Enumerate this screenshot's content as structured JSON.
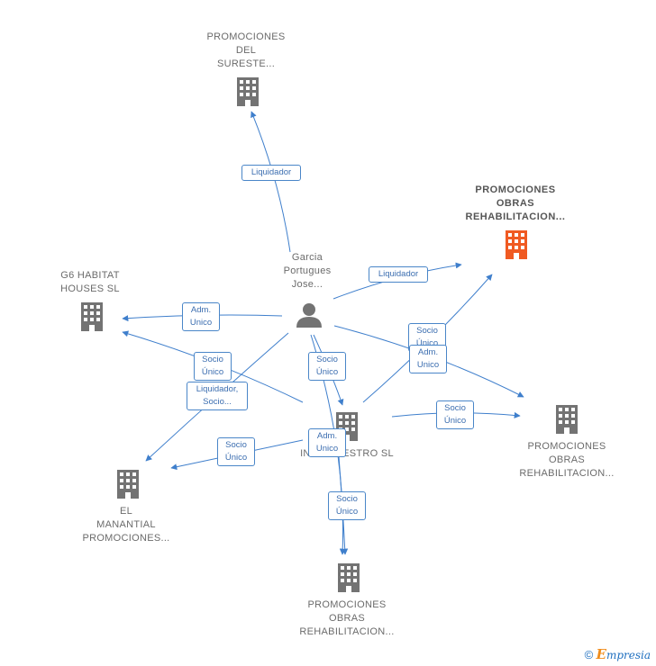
{
  "nodes": {
    "promociones_sureste": {
      "label": "PROMOCIONES\nDEL\nSURESTE...",
      "type": "company"
    },
    "promociones_obras_focus": {
      "label": "PROMOCIONES\nOBRAS\nREHABILITACION...",
      "type": "company-highlight"
    },
    "g6_habitat": {
      "label": "G6 HABITAT\nHOUSES  SL",
      "type": "company"
    },
    "garcia": {
      "label": "Garcia\nPortugues\nJose...",
      "type": "person"
    },
    "center": {
      "label": "INMOMAESTRO SL",
      "type": "company"
    },
    "promociones_obras_right": {
      "label": "PROMOCIONES\nOBRAS\nREHABILITACION...",
      "type": "company"
    },
    "el_manantial": {
      "label": "EL\nMANANTIAL\nPROMOCIONES...",
      "type": "company"
    },
    "promociones_obras_bottom": {
      "label": "PROMOCIONES\nOBRAS\nREHABILITACION...",
      "type": "company"
    }
  },
  "edge_labels": {
    "liquidador_top": "Liquidador",
    "liquidador_right": "Liquidador",
    "adm_unico_g6": "Adm.\nUnico",
    "socio_unico_g6": "Socio\nÚnico",
    "liquidador_socio": "Liquidador,\nSocio...",
    "socio_unico_center": "Socio\nÚnico",
    "socio_unico_focus": "Socio\nÚnico",
    "adm_unico_focus": "Adm.\nUnico",
    "socio_unico_right": "Socio\nÚnico",
    "socio_unico_manantial": "Socio\nÚnico",
    "adm_unico_bottom": "Adm.\nUnico",
    "socio_unico_bottom": "Socio\nÚnico"
  },
  "colors": {
    "edge": "#3f7fcc",
    "company_icon": "#737373",
    "highlight_icon": "#f05a22",
    "person_icon": "#737373"
  },
  "footer": {
    "copyright": "©",
    "brand_first": "E",
    "brand_rest": "mpresia"
  }
}
